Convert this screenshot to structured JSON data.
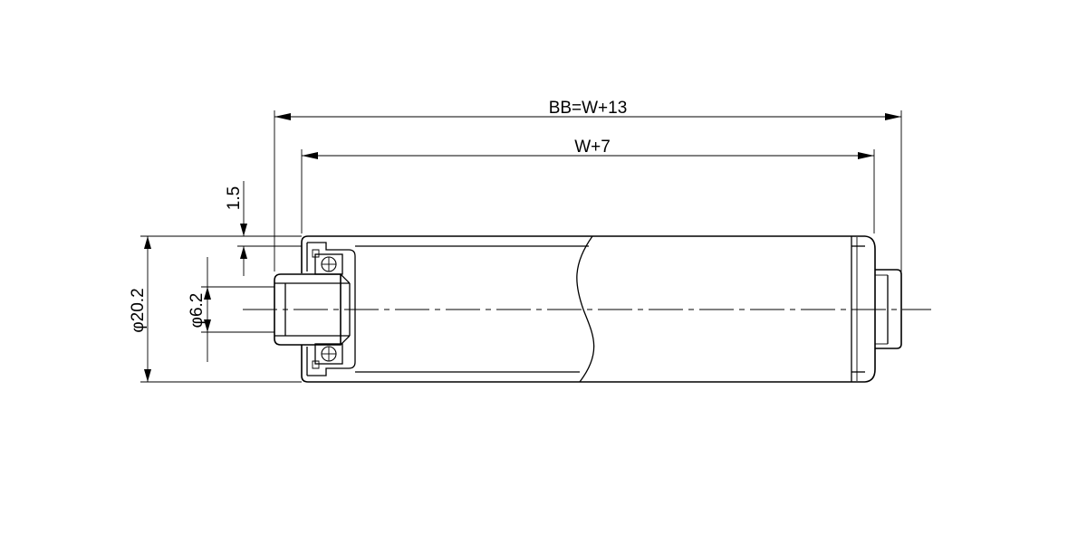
{
  "dimensions": {
    "bb": "BB=W+13",
    "w": "W+7",
    "wall": "1.5",
    "shaft_dia": "φ6.2",
    "outer_dia": "φ20.2"
  }
}
